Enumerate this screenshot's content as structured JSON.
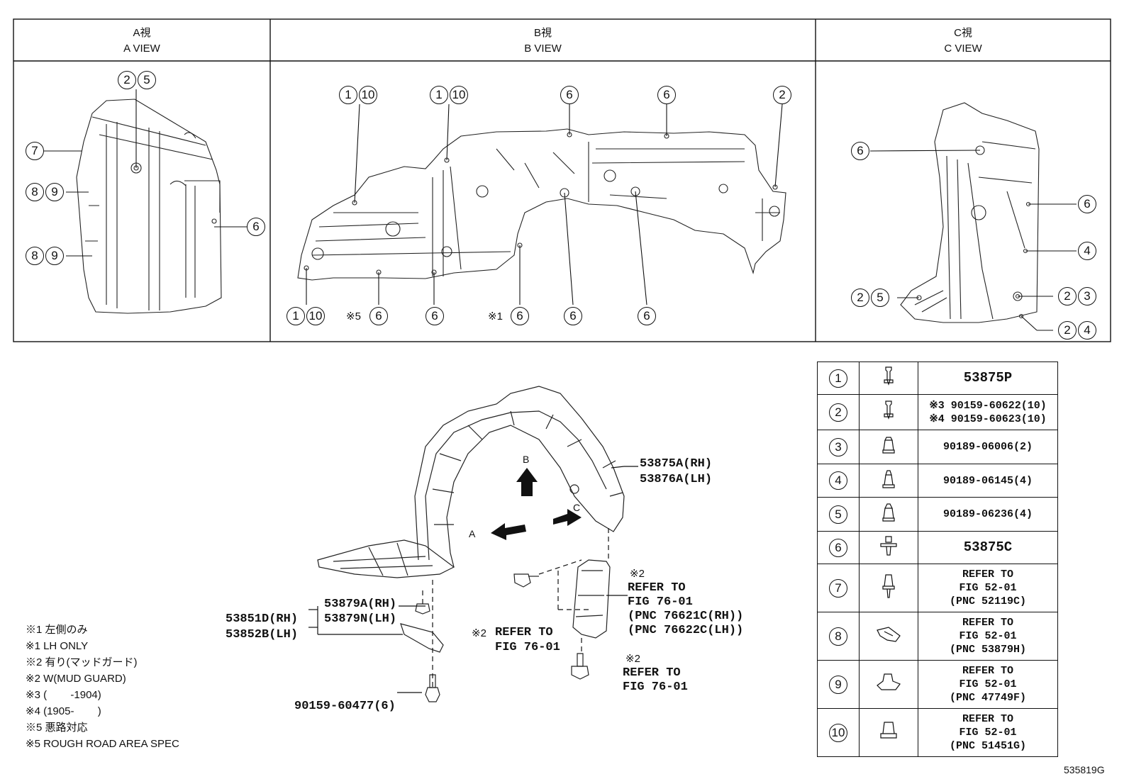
{
  "views": [
    {
      "jp": "A視",
      "en": "A VIEW"
    },
    {
      "jp": "B視",
      "en": "B VIEW"
    },
    {
      "jp": "C視",
      "en": "C VIEW"
    }
  ],
  "markers": [
    "1",
    "2",
    "3",
    "4",
    "5",
    "6",
    "7",
    "8",
    "9",
    "10"
  ],
  "prefix": {
    "n1": "※1",
    "n5": "※5",
    "n2": "※2"
  },
  "labels": {
    "liner_rh": "53875A(RH)",
    "liner_lh": "53876A(LH)",
    "shield_rh": "53879A(RH)",
    "shield_lh": "53879N(LH)",
    "seal_rh": "53851D(RH)",
    "seal_lh": "53852B(LH)",
    "bolt": "90159-60477(6)",
    "refer_to": "REFER TO",
    "fig_7601": "FIG 76-01",
    "pnc_rh": "(PNC 76621C(RH))",
    "pnc_lh": "(PNC 76622C(LH))",
    "arrow_a": "A",
    "arrow_b": "B",
    "arrow_c": "C"
  },
  "notes": [
    "※1 左側のみ",
    "※1 LH ONLY",
    "※2 有り(マッドガード)",
    "※2 W(MUD GUARD)",
    "※3 (        -1904)",
    "※4 (1905-        )",
    "※5 悪路対応",
    "※5 ROUGH ROAD AREA SPEC"
  ],
  "fasteners": [
    {
      "num": "1",
      "lines": [
        "53875P"
      ],
      "icon": "screw-icon"
    },
    {
      "num": "2",
      "lines": [
        "※3 90159-60622(10)",
        "※4 90159-60623(10)"
      ],
      "icon": "screw-icon"
    },
    {
      "num": "3",
      "lines": [
        "90189-06006(2)"
      ],
      "icon": "nut-icon"
    },
    {
      "num": "4",
      "lines": [
        "90189-06145(4)"
      ],
      "icon": "nut-icon"
    },
    {
      "num": "5",
      "lines": [
        "90189-06236(4)"
      ],
      "icon": "nut-icon"
    },
    {
      "num": "6",
      "lines": [
        "53875C"
      ],
      "icon": "clip-icon"
    },
    {
      "num": "7",
      "lines": [
        "REFER TO",
        "FIG 52-01",
        "(PNC 52119C)"
      ],
      "icon": "clip-icon"
    },
    {
      "num": "8",
      "lines": [
        "REFER TO",
        "FIG 52-01",
        "(PNC 53879H)"
      ],
      "icon": "clip-icon"
    },
    {
      "num": "9",
      "lines": [
        "REFER TO",
        "FIG 52-01",
        "(PNC 47749F)"
      ],
      "icon": "clip-icon"
    },
    {
      "num": "10",
      "lines": [
        "REFER TO",
        "FIG 52-01",
        "(PNC 51451G)"
      ],
      "icon": "clip-icon"
    }
  ],
  "catalog_code": "535819G"
}
